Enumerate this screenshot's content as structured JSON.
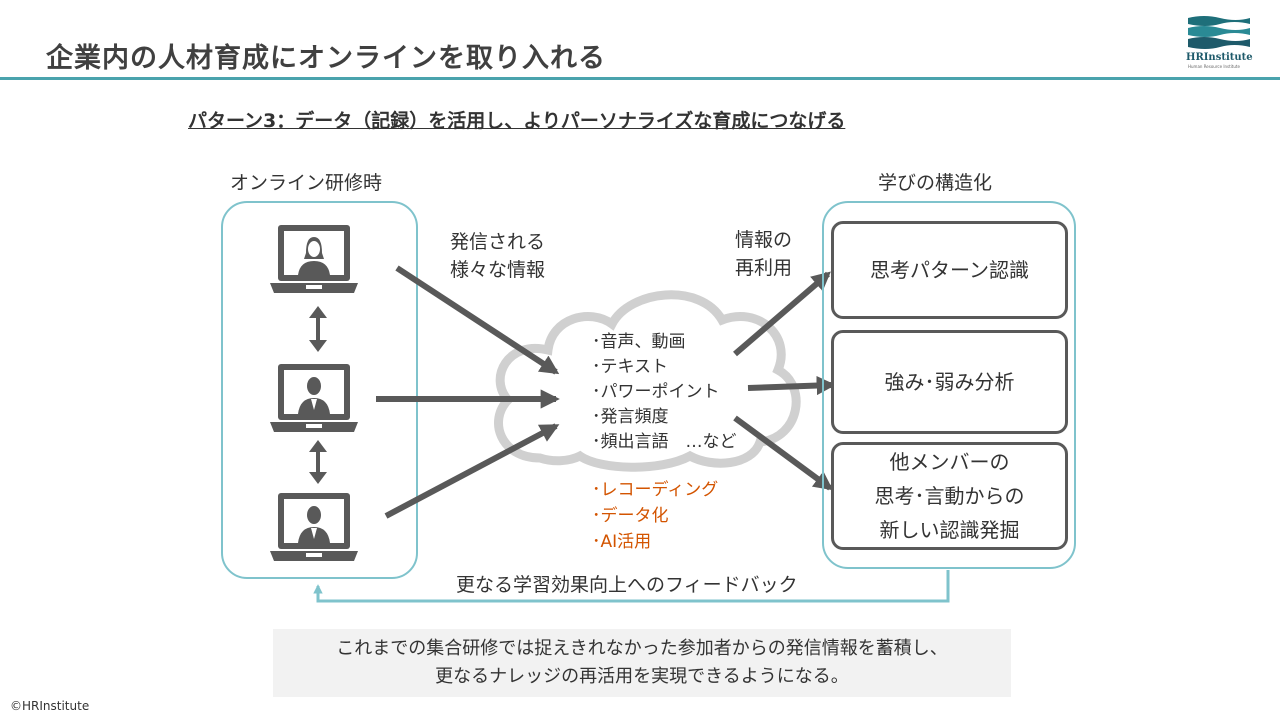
{
  "header": {
    "title": "企業内の人材育成にオンラインを取り入れる",
    "logo_name": "HRInstitute",
    "logo_sub": "Human Resource Institute"
  },
  "subtitle": "パターン3：データ（記録）を活用し、よりパーソナライズな育成につなげる",
  "left_panel": {
    "label": "オンライン研修時"
  },
  "right_panel": {
    "label": "学びの構造化",
    "boxes": [
      {
        "lines": [
          "思考パターン認識"
        ]
      },
      {
        "lines": [
          "強み･弱み分析"
        ]
      },
      {
        "lines": [
          "他メンバーの",
          "思考･言動からの",
          "新しい認識発掘"
        ]
      }
    ]
  },
  "flow_labels": {
    "send": [
      "発信される",
      "様々な情報"
    ],
    "reuse": [
      "情報の",
      "再利用"
    ],
    "feedback": "更なる学習効果向上へのフィードバック"
  },
  "cloud": {
    "items": [
      "･音声、動画",
      "･テキスト",
      "･パワーポイント",
      "･発言頻度",
      "･頻出言語　…など"
    ],
    "methods": [
      "･レコーディング",
      "･データ化",
      "･AI活用"
    ]
  },
  "note": {
    "lines": [
      "これまでの集合研修では捉えきれなかった参加者からの発信情報を蓄積し、",
      "更なるナレッジの再活用を実現できるようになる。"
    ]
  },
  "footer": {
    "copyright": "©HRInstitute"
  },
  "colors": {
    "accent": "#4aa3ad",
    "panel_border": "#7fc3cc",
    "arrow": "#595959",
    "orange": "#d35400",
    "cloud": "#d0d0d0"
  }
}
